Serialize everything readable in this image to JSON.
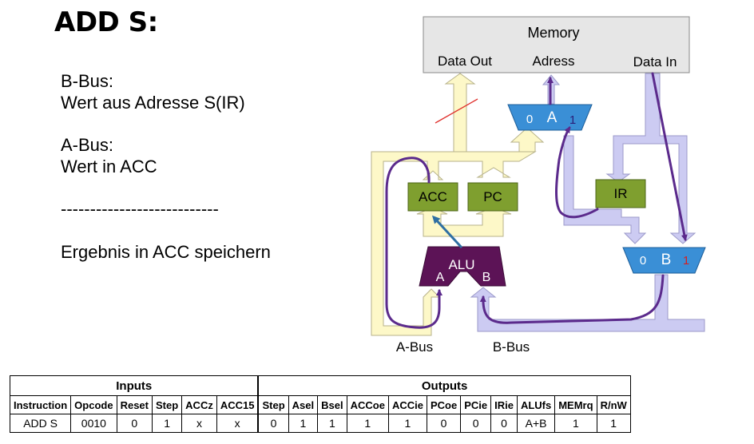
{
  "title": "ADD S:",
  "text": {
    "b_bus_heading": "B-Bus:",
    "b_bus_desc": "Wert aus Adresse S(IR)",
    "a_bus_heading": "A-Bus:",
    "a_bus_desc": "Wert in ACC",
    "divider": "---------------------------",
    "result": "Ergebnis in ACC speichern"
  },
  "diagram": {
    "memory": {
      "label": "Memory",
      "data_out": "Data Out",
      "adress": "Adress",
      "data_in": "Data In"
    },
    "mux_a": {
      "label": "A",
      "in0": "0",
      "in1": "1"
    },
    "mux_b": {
      "label": "B",
      "in0": "0",
      "in1": "1"
    },
    "acc": "ACC",
    "pc": "PC",
    "ir": "IR",
    "alu": {
      "label": "ALU",
      "in_a": "A",
      "in_b": "B"
    },
    "a_bus_label": "A-Bus",
    "b_bus_label": "B-Bus",
    "colors": {
      "a_bus": "#fdf8c8",
      "b_bus": "#cccbf2",
      "register": "#7f9f2f",
      "mux": "#3a8fd6",
      "alu": "#5c1356",
      "path": "#5b2a8c",
      "strike": "#e0302c",
      "alu_arrow": "#2f6fa3"
    }
  },
  "table": {
    "group_inputs": "Inputs",
    "group_outputs": "Outputs",
    "headers": [
      "Instruction",
      "Opcode",
      "Reset",
      "Step",
      "ACCz",
      "ACC15",
      "Step",
      "Asel",
      "Bsel",
      "ACCoe",
      "ACCie",
      "PCoe",
      "PCie",
      "IRie",
      "ALUfs",
      "MEMrq",
      "R/nW"
    ],
    "row": [
      "ADD S",
      "0010",
      "0",
      "1",
      "x",
      "x",
      "0",
      "1",
      "1",
      "1",
      "1",
      "0",
      "0",
      "0",
      "A+B",
      "1",
      "1"
    ]
  }
}
